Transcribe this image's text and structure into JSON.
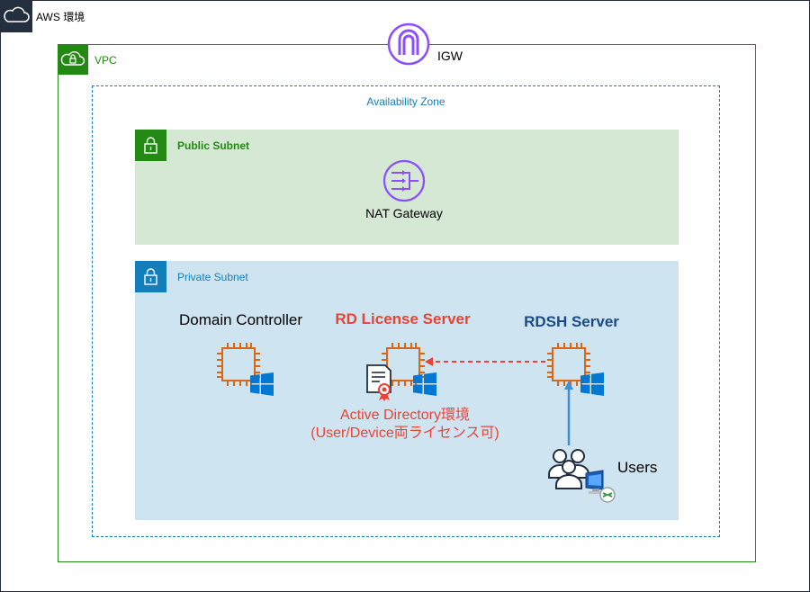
{
  "aws_environment": {
    "label": "AWS 環境",
    "icon": "cloud-icon"
  },
  "vpc": {
    "label": "VPC",
    "icon": "cloud-lock-icon"
  },
  "igw": {
    "label": "IGW",
    "icon": "internet-gateway-icon"
  },
  "availability_zone": {
    "label": "Availability Zone"
  },
  "public_subnet": {
    "label": "Public Subnet",
    "icon": "lock-icon",
    "nat_gateway": {
      "label": "NAT Gateway",
      "icon": "nat-gateway-icon"
    }
  },
  "private_subnet": {
    "label": "Private Subnet",
    "icon": "lock-icon",
    "domain_controller": {
      "label": "Domain Controller",
      "icon": "ec2-instance-icon",
      "os_icon": "windows-icon"
    },
    "rd_license_server": {
      "label": "RD License Server",
      "icon": "ec2-instance-icon",
      "os_icon": "windows-icon",
      "certificate_icon": "certificate-icon",
      "note_line1": "Active Directory環境",
      "note_line2": "(User/Device両ライセンス可)"
    },
    "rdsh_server": {
      "label": "RDSH Server",
      "icon": "ec2-instance-icon",
      "os_icon": "windows-icon"
    },
    "users": {
      "label": "Users",
      "icon": "users-icon",
      "rdp_icon": "remote-desktop-icon"
    }
  },
  "colors": {
    "aws_dark": "#232f3e",
    "vpc_green": "#248814",
    "az_blue": "#147eba",
    "public_subnet_bg": "#d5e8d4",
    "private_subnet_bg": "#cfe4f1",
    "ec2_orange": "#d86613",
    "gateway_purple": "#8c4fff",
    "windows_blue": "#0078d4",
    "red_highlight": "#ea4335",
    "rdsh_blue": "#1a4a8a",
    "arrow_blue": "#3c8fd8"
  }
}
